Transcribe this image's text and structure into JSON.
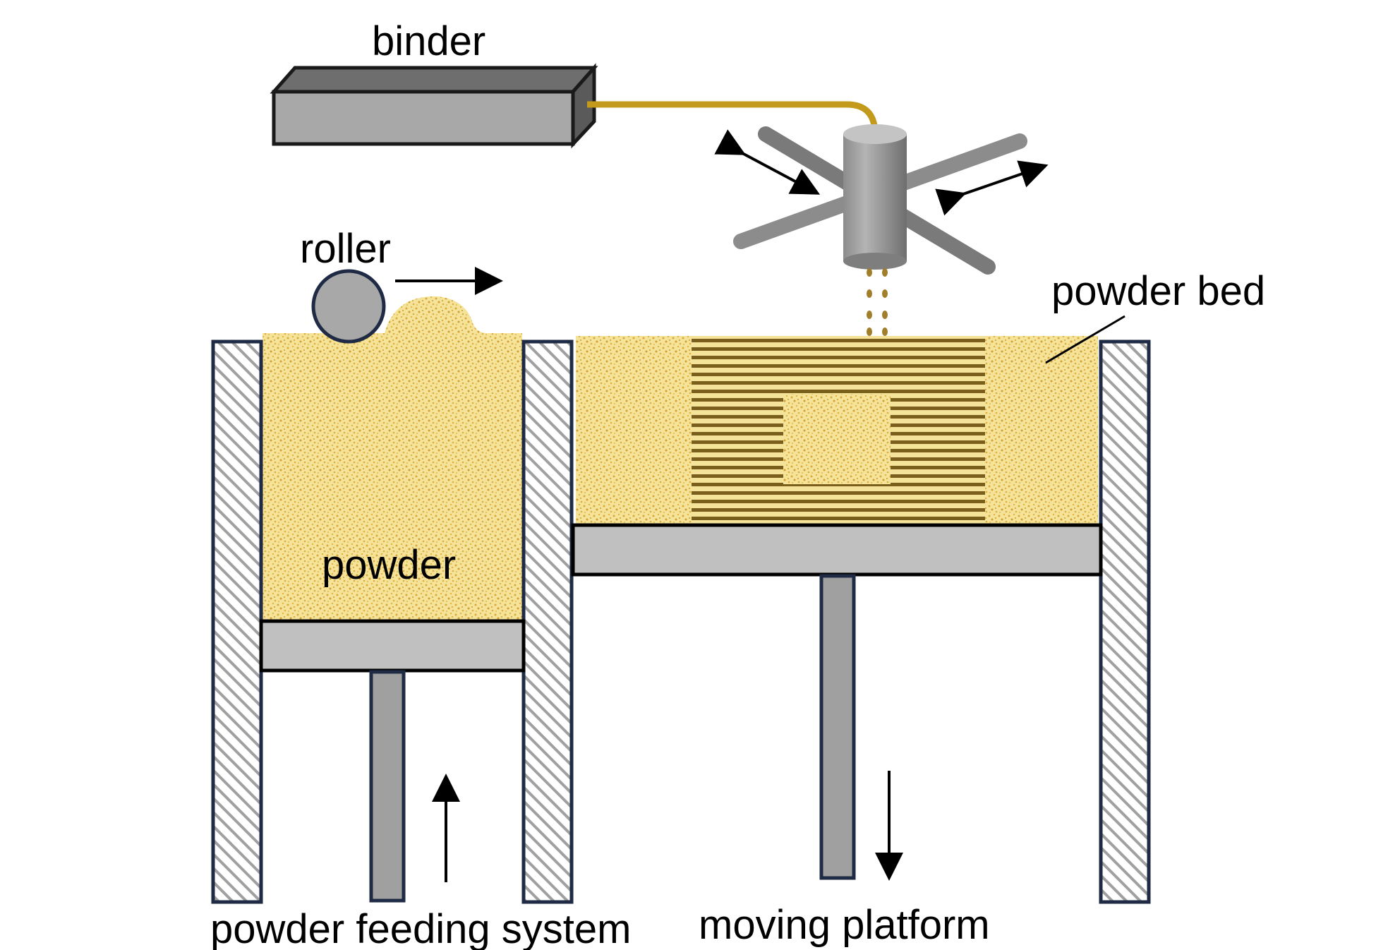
{
  "labels": {
    "binder": "binder",
    "roller": "roller",
    "powder_bed": "powder bed",
    "powder": "powder",
    "powder_feeding_system": "powder feeding system",
    "moving_platform": "moving platform"
  },
  "colors": {
    "powder": "#f5e39a",
    "powder_dot": "#d9a93a",
    "binder_line": "#c49a1c",
    "part_stripe": "#7a5f1c",
    "metal_gray": "#a8a8a8",
    "platform_gray": "#c0c0c0",
    "wall_outline": "#1f2a44",
    "hatch": "#9a9a9a"
  }
}
